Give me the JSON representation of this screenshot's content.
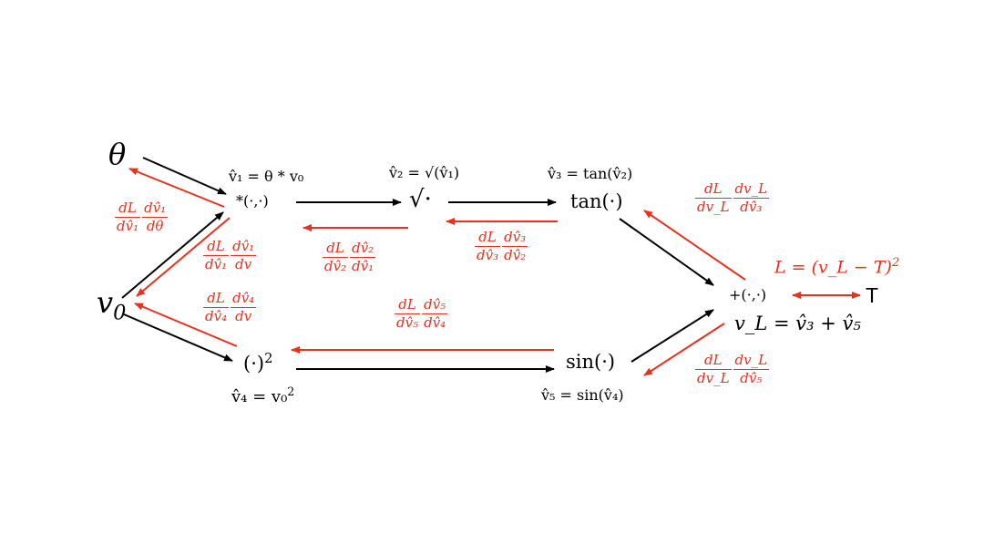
{
  "colors": {
    "forward": "#000000",
    "backward": "#e8321e"
  },
  "nodes": {
    "theta": "θ",
    "v0": "v",
    "v0_sub": "0",
    "mult": "*(·,·)",
    "sqrt": "√·",
    "tan": "tan(·)",
    "square": "(·)",
    "square_sup": "2",
    "sin": "sin(·)",
    "plus": "+(·,·)",
    "target": "T"
  },
  "equations": {
    "v1": "v̂₁ = θ * v₀",
    "v2": "v̂₂ = √(v̂₁)",
    "v3": "v̂₃ = tan(v̂₂)",
    "v4": "v̂₄ = v₀",
    "v4_sup": "2",
    "v5": "v̂₅ = sin(v̂₄)",
    "vL": "v_L = v̂₃ + v̂₅",
    "loss": "L = (v_L − T)",
    "loss_sup": "2"
  },
  "gradients": {
    "g_theta": {
      "a_num": "dL",
      "a_den": "dv̂₁",
      "b_num": "dv̂₁",
      "b_den": "dθ"
    },
    "g_v1_v": {
      "a_num": "dL",
      "a_den": "dv̂₁",
      "b_num": "dv̂₁",
      "b_den": "dv"
    },
    "g_v4_v": {
      "a_num": "dL",
      "a_den": "dv̂₄",
      "b_num": "dv̂₄",
      "b_den": "dv"
    },
    "g_v2": {
      "a_num": "dL",
      "a_den": "dv̂₂",
      "b_num": "dv̂₂",
      "b_den": "dv̂₁"
    },
    "g_v3": {
      "a_num": "dL",
      "a_den": "dv̂₃",
      "b_num": "dv̂₃",
      "b_den": "dv̂₂"
    },
    "g_v5": {
      "a_num": "dL",
      "a_den": "dv̂₅",
      "b_num": "dv̂₅",
      "b_den": "dv̂₄"
    },
    "g_L_v3": {
      "a_num": "dL",
      "a_den": "dv_L",
      "b_num": "dv_L",
      "b_den": "dv̂₃"
    },
    "g_L_v5": {
      "a_num": "dL",
      "a_den": "dv_L",
      "b_num": "dv_L",
      "b_den": "dv̂₅"
    }
  }
}
